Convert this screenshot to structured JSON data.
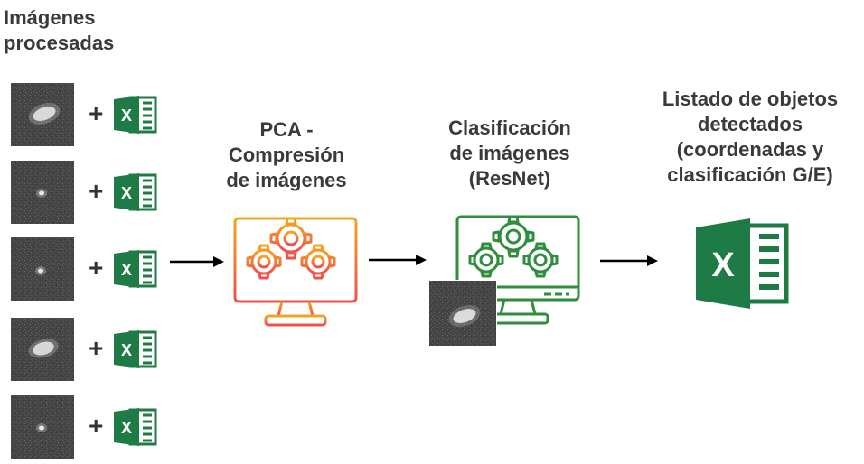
{
  "input": {
    "title_lines": [
      "Imágenes",
      "procesadas"
    ],
    "rows": [
      {
        "plus": "+",
        "file_letter": "X"
      },
      {
        "plus": "+",
        "file_letter": "X"
      },
      {
        "plus": "+",
        "file_letter": "X"
      },
      {
        "plus": "+",
        "file_letter": "X"
      },
      {
        "plus": "+",
        "file_letter": "X"
      }
    ]
  },
  "steps": [
    {
      "lines": [
        "PCA -",
        "Compresión",
        "de imágenes"
      ],
      "icon": "gears-monitor-icon",
      "color": "#f39a22"
    },
    {
      "lines": [
        "Clasificación",
        "de imágenes",
        "(ResNet)"
      ],
      "icon": "gears-monitor-icon",
      "color": "#2e8b3a"
    },
    {
      "lines": [
        "Listado de objetos",
        "detectados",
        "(coordenadas y",
        "clasificación G/E)"
      ],
      "icon": "excel-icon",
      "file_letter": "X"
    }
  ],
  "colors": {
    "excel_green": "#1e7b45",
    "excel_dark": "#155b33",
    "pca_orange_top": "#f4a020",
    "pca_orange_bottom": "#ef5b4a",
    "resnet_green": "#2f8d3c",
    "text": "#3a3a3a"
  }
}
